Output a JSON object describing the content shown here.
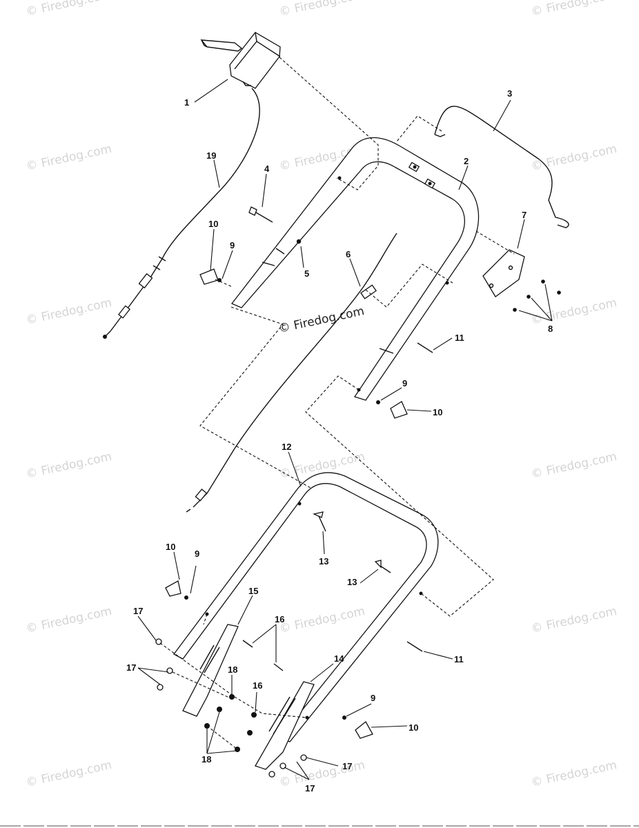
{
  "watermark": {
    "text": "© Firedog.com",
    "center_text": "© Firedog.com"
  },
  "callouts": {
    "c1": "1",
    "c2": "2",
    "c3": "3",
    "c4": "4",
    "c5": "5",
    "c6": "6",
    "c7": "7",
    "c8": "8",
    "c9a": "9",
    "c9b": "9",
    "c9c": "9",
    "c9d": "9",
    "c10a": "10",
    "c10b": "10",
    "c10c": "10",
    "c10d": "10",
    "c11a": "11",
    "c11b": "11",
    "c12": "12",
    "c13a": "13",
    "c13b": "13",
    "c14": "14",
    "c15": "15",
    "c16a": "16",
    "c16b": "16",
    "c17a": "17",
    "c17b": "17",
    "c17c": "17",
    "c17d": "17",
    "c18a": "18",
    "c18b": "18",
    "c19": "19"
  },
  "colors": {
    "line": "#111111",
    "watermark": "#d4d4d4",
    "background": "#ffffff"
  }
}
